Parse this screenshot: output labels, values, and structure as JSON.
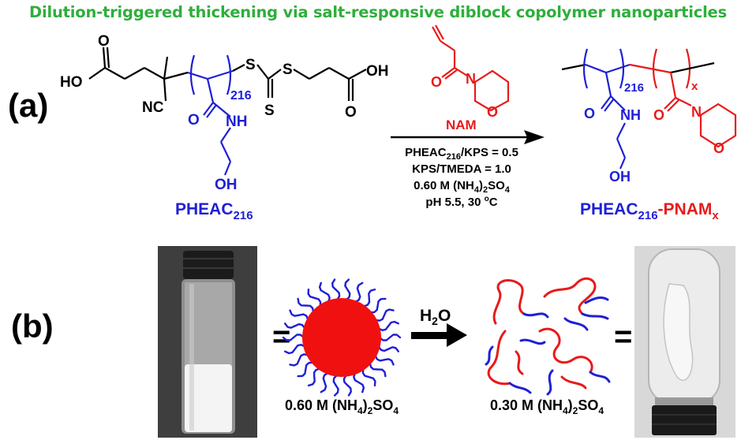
{
  "title": "Dilution-triggered thickening via salt-responsive diblock copolymer nanoparticles",
  "panels": {
    "a": "(a)",
    "b": "(b)"
  },
  "scheme_a": {
    "macro_cta": {
      "HO": "HO",
      "OH": "OH",
      "CN": "NC",
      "S1": "S",
      "S2": "S",
      "S3": "S",
      "repeat": "216",
      "NH": "NH",
      "O": "O",
      "side_OH": "OH",
      "name": "PHEAC",
      "name_sub": "216"
    },
    "monomer": {
      "name": "NAM",
      "N": "N",
      "O_carbonyl": "O",
      "O_ring": "O"
    },
    "conditions": [
      {
        "text": "PHEAC",
        "sub": "216",
        "rest": "/KPS = 0.5"
      },
      {
        "text": "KPS/TMEDA = 1.0",
        "sub": "",
        "rest": ""
      },
      {
        "text": "0.60 M (NH",
        "sub": "4",
        "rest": ")",
        "sub2": "2",
        "rest2": "SO",
        "sub3": "4"
      },
      {
        "text": "pH 5.5, 30 ",
        "sup": "o",
        "rest": "C"
      }
    ],
    "product": {
      "repeat1": "216",
      "repeat2": "x",
      "NH": "NH",
      "O1": "O",
      "O2": "O",
      "N": "N",
      "O_ring": "O",
      "side_OH": "OH",
      "name_blue": "PHEAC",
      "name_blue_sub": "216",
      "name_red": "-PNAM",
      "name_red_sub": "x"
    }
  },
  "scheme_b": {
    "equals_left": "=",
    "equals_right": "=",
    "arrow_label": "H",
    "arrow_label_sub": "2",
    "arrow_label_rest": "O",
    "left_caption": {
      "pre": "0.60 M (NH",
      "s1": "4",
      "mid": ")",
      "s2": "2",
      "post": "SO",
      "s3": "4"
    },
    "right_caption": {
      "pre": "0.30 M (NH",
      "s1": "4",
      "mid": ")",
      "s2": "2",
      "post": "SO",
      "s3": "4"
    }
  },
  "colors": {
    "title_green": "#2fae3c",
    "blue_block": "#1f1fd6",
    "red_block": "#e81a1a",
    "sphere_red": "#f01010"
  }
}
